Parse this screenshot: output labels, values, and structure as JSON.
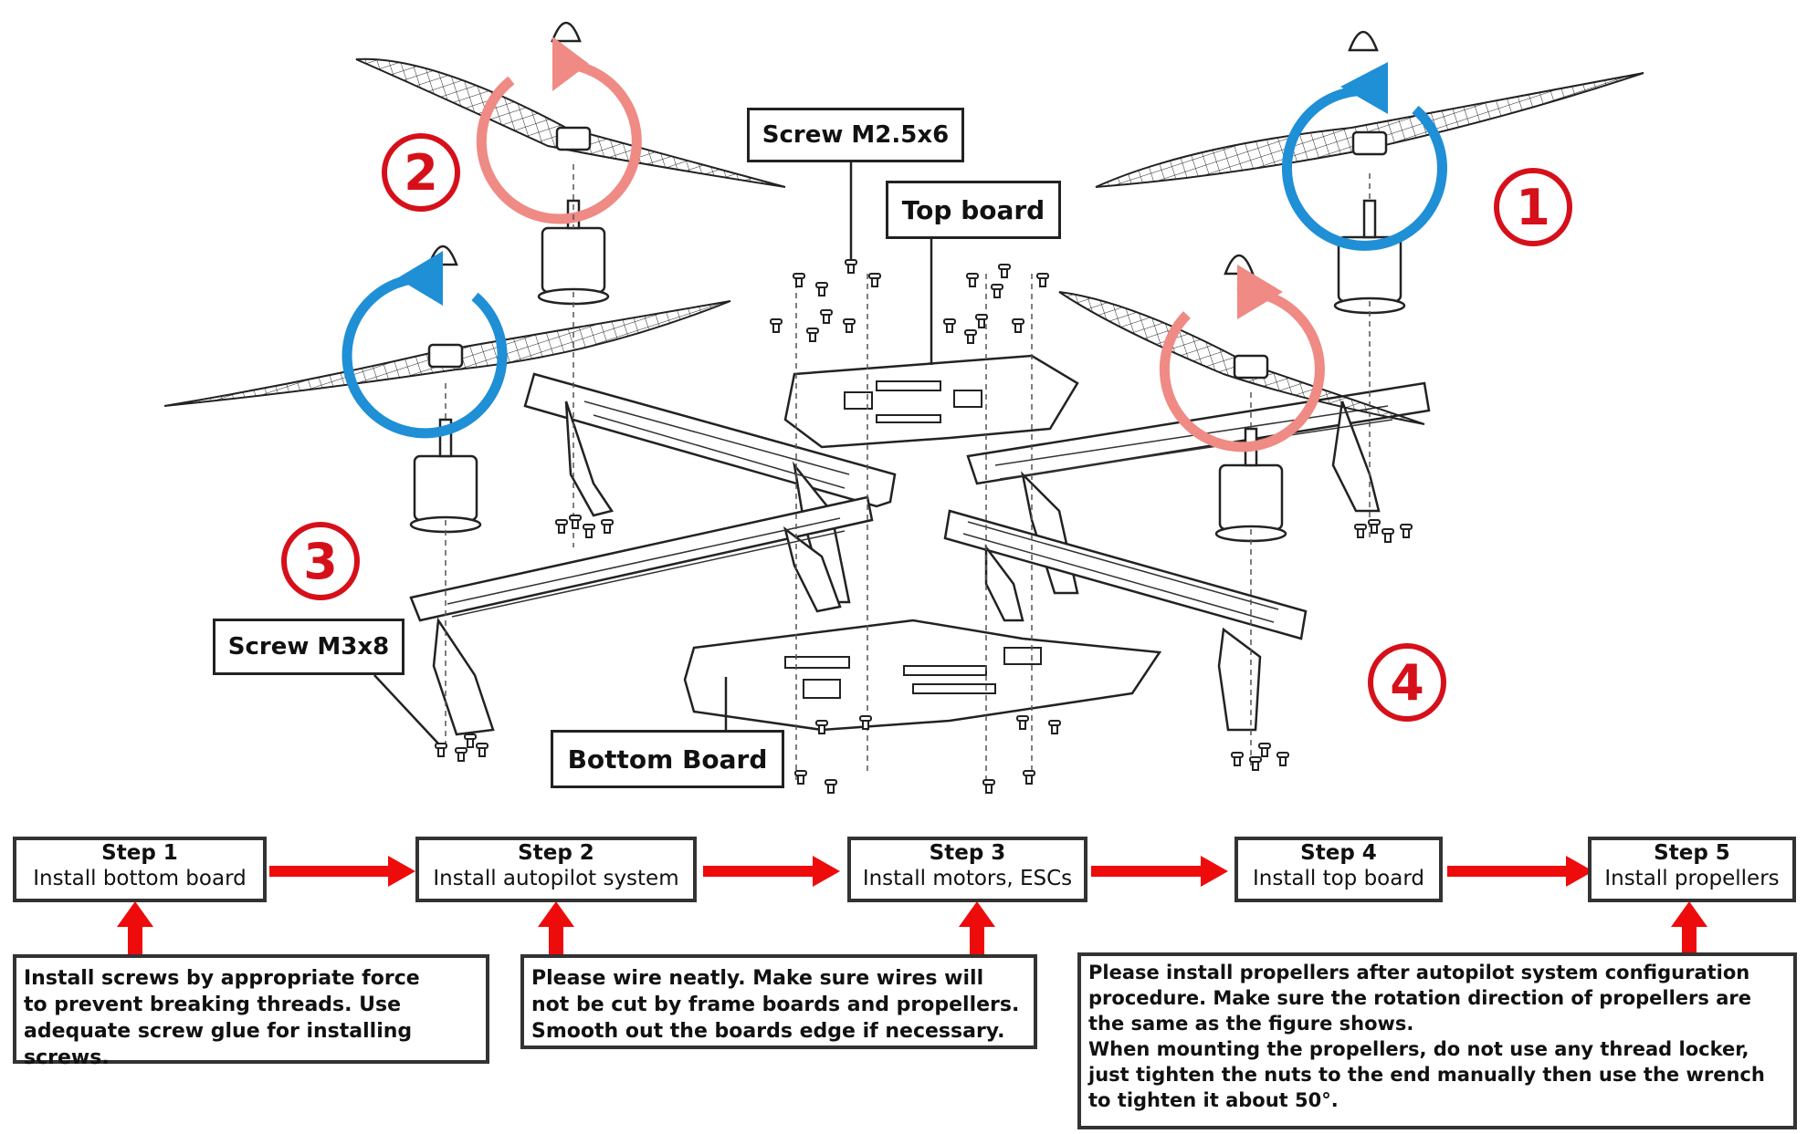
{
  "labels": {
    "screw_top": "Screw M2.5x6",
    "top_board": "Top board",
    "screw_bottom": "Screw M3x8",
    "bottom_board": "Bottom Board"
  },
  "motor_numbers": [
    "1",
    "2",
    "3",
    "4"
  ],
  "steps": [
    {
      "title": "Step 1",
      "desc": "Install bottom board"
    },
    {
      "title": "Step 2",
      "desc": "Install autopilot system"
    },
    {
      "title": "Step 3",
      "desc": "Install motors, ESCs"
    },
    {
      "title": "Step 4",
      "desc": "Install top board"
    },
    {
      "title": "Step 5",
      "desc": "Install propellers"
    }
  ],
  "notes": {
    "note1": "Install screws by appropriate force to prevent breaking threads. Use adequate screw glue for installing screws.",
    "note2": "Please wire neatly. Make sure wires will not be cut by frame boards and propellers. Smooth out the boards edge if necessary.",
    "note3_a": "Please install propellers after autopilot system configuration procedure. Make sure the rotation direction of propellers are the same as the figure shows.",
    "note3_b": "When mounting the propellers, do not use any thread locker, just tighten the nuts to the end manually then use the wrench to tighten it about 50°."
  },
  "colors": {
    "arrow_red": "#ee0b0b",
    "number_red": "#d6101a",
    "cw_pink": "#ef8a84",
    "ccw_blue": "#1f8fd6"
  }
}
